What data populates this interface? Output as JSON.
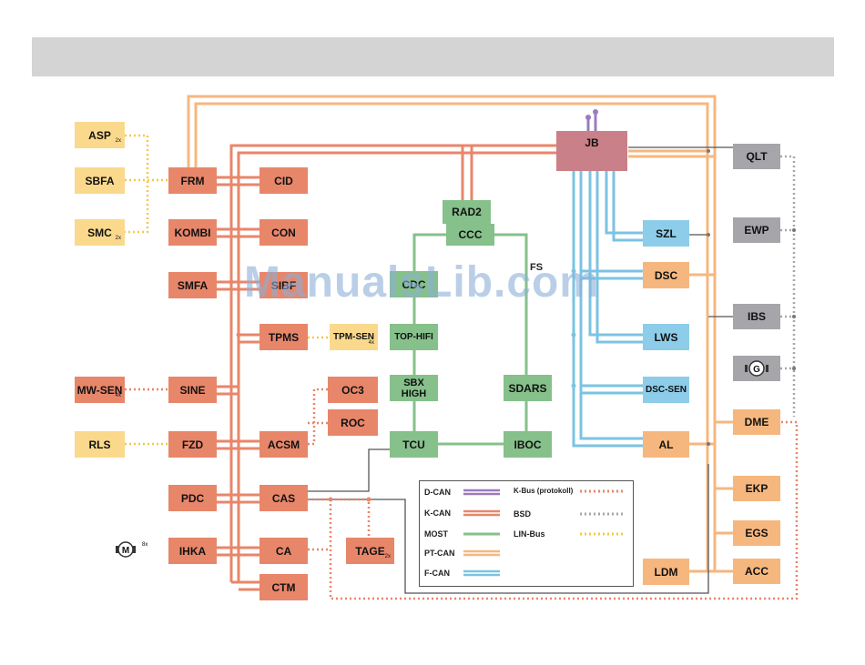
{
  "colors": {
    "k_can": "#e8866a",
    "pt_can": "#f6b77f",
    "most": "#86c08a",
    "f_can": "#7bc3e3",
    "lin_bus": "#fad98c",
    "bsd": "#a6a5aa",
    "d_can": "#9c7bbd",
    "jb": "#c98088"
  },
  "nodes": {
    "asp": "ASP",
    "sbfa": "SBFA",
    "smc": "SMC",
    "frm": "FRM",
    "kombi": "KOMBI",
    "smfa": "SMFA",
    "sine": "SINE",
    "fzd": "FZD",
    "pdc": "PDC",
    "ihka": "IHKA",
    "cid": "CID",
    "con": "CON",
    "sibf": "SIBF",
    "tpms": "TPMS",
    "acsm": "ACSM",
    "cas": "CAS",
    "ca": "CA",
    "ctm": "CTM",
    "tpm_sen": "TPM-SEN",
    "mw_sen": "MW-SEN",
    "rls": "RLS",
    "oc3": "OC3",
    "roc": "ROC",
    "tage": "TAGE",
    "rad2": "RAD2",
    "ccc": "CCC",
    "cdc": "CDC",
    "fs": "FS",
    "top_hifi": "TOP-HIFI",
    "sbx_high": "SBX\nHIGH",
    "sdars": "SDARS",
    "tcu": "TCU",
    "iboc": "IBOC",
    "jb": "JB",
    "szl": "SZL",
    "dsc": "DSC",
    "lws": "LWS",
    "dsc_sen": "DSC-SEN",
    "al": "AL",
    "ldm": "LDM",
    "qlt": "QLT",
    "ewp": "EWP",
    "ibs": "IBS",
    "dme": "DME",
    "ekp": "EKP",
    "egs": "EGS",
    "acc": "ACC",
    "motor": "M",
    "generator": "G"
  },
  "subs": {
    "asp": "2x",
    "smc": "2x",
    "tpm_sen": "4x",
    "mw_sen": "4x",
    "tage": "2x",
    "motor": "8x"
  },
  "legend": {
    "d_can": "D-CAN",
    "k_can": "K-CAN",
    "most": "MOST",
    "pt_can": "PT-CAN",
    "f_can": "F-CAN",
    "k_bus": "K-Bus (protokoll)",
    "bsd": "BSD",
    "lin_bus": "LIN-Bus"
  },
  "watermark": "ManualsLib.com"
}
